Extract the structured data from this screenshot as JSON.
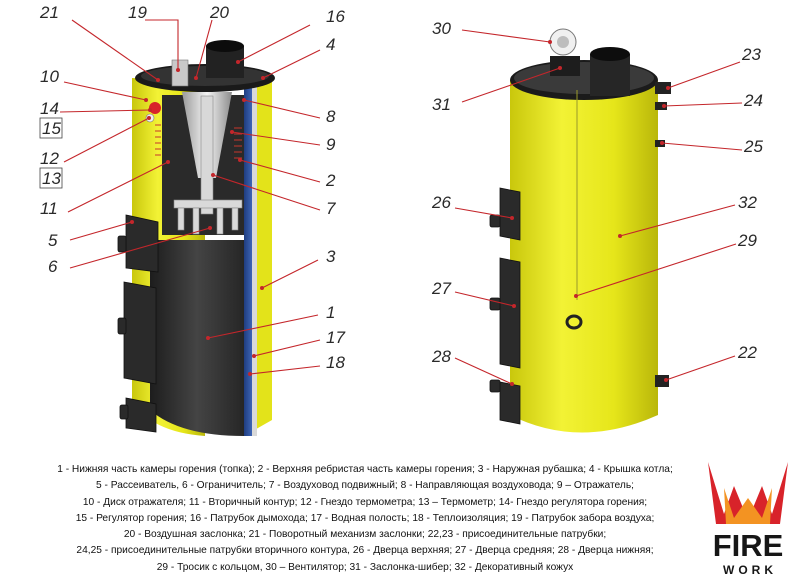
{
  "callouts": [
    {
      "id": "21",
      "label": "21"
    },
    {
      "id": "19",
      "label": "19"
    },
    {
      "id": "20",
      "label": "20"
    },
    {
      "id": "16",
      "label": "16"
    },
    {
      "id": "4",
      "label": "4"
    },
    {
      "id": "10",
      "label": "10"
    },
    {
      "id": "14",
      "label": "14"
    },
    {
      "id": "15",
      "label": "15"
    },
    {
      "id": "12",
      "label": "12"
    },
    {
      "id": "13",
      "label": "13"
    },
    {
      "id": "11",
      "label": "11"
    },
    {
      "id": "5",
      "label": "5"
    },
    {
      "id": "6",
      "label": "6"
    },
    {
      "id": "8",
      "label": "8"
    },
    {
      "id": "9",
      "label": "9"
    },
    {
      "id": "2",
      "label": "2"
    },
    {
      "id": "7",
      "label": "7"
    },
    {
      "id": "3",
      "label": "3"
    },
    {
      "id": "1",
      "label": "1"
    },
    {
      "id": "17",
      "label": "17"
    },
    {
      "id": "18",
      "label": "18"
    },
    {
      "id": "30",
      "label": "30"
    },
    {
      "id": "31",
      "label": "31"
    },
    {
      "id": "23",
      "label": "23"
    },
    {
      "id": "24",
      "label": "24"
    },
    {
      "id": "25",
      "label": "25"
    },
    {
      "id": "26",
      "label": "26"
    },
    {
      "id": "32",
      "label": "32"
    },
    {
      "id": "29",
      "label": "29"
    },
    {
      "id": "27",
      "label": "27"
    },
    {
      "id": "28",
      "label": "28"
    },
    {
      "id": "22",
      "label": "22"
    }
  ],
  "legend": [
    "1 - Нижняя часть камеры горения (топка); 2 - Верхняя ребристая часть камеры горения; 3 - Наружная рубашка; 4 - Крышка котла;",
    "5 - Рассеиватель, 6 - Ограничитель; 7 - Воздуховод подвижный; 8 - Направляющая воздуховода; 9 – Отражатель;",
    "10 - Диск отражателя; 11 - Вторичный контур; 12 - Гнездо термометра; 13 – Термометр; 14- Гнездо регулятора горения;",
    "15 - Регулятор горения; 16 - Патрубок дымохода; 17 - Водная полость; 18 - Теплоизоляция; 19 - Патрубок забора воздуха;",
    "20 - Воздушная заслонка; 21 - Поворотный механизм заслонки; 22,23 - присоединительные патрубки;",
    "24,25 - присоединительные патрубки вторичного контура, 26 - Дверца верхняя; 27 - Дверца средняя; 28 - Дверца нижняя;",
    "29 - Тросик с кольцом, 30 – Вентилятор; 31 - Заслонка-шибер; 32 - Декоративный кожух"
  ],
  "logo": {
    "line1": "FIRE",
    "line2": "WORK"
  },
  "colors": {
    "jacket": "#e6e61a",
    "leader": "#c4262b",
    "logo_red": "#d8232a",
    "logo_orange": "#f39322"
  }
}
